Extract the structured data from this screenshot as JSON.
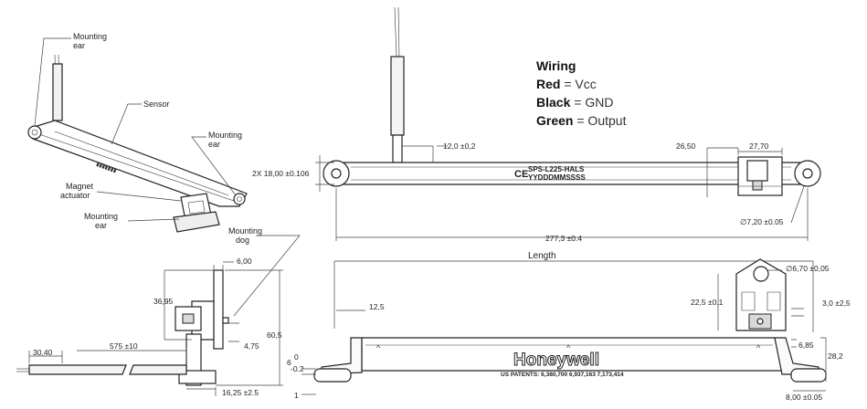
{
  "labels": {
    "mounting_ear": "Mounting\near",
    "sensor": "Sensor",
    "magnet_actuator": "Magnet\nactuator",
    "mounting_dog": "Mounting\ndog"
  },
  "wiring": {
    "title": "Wiring",
    "rows": [
      {
        "color": "Red",
        "value": "= Vcc"
      },
      {
        "color": "Black",
        "value": "= GND"
      },
      {
        "color": "Green",
        "value": "= Output"
      }
    ]
  },
  "top_view": {
    "height_dim": "2X 18,00 ±0.106",
    "wire_offset": "12,0 ±0,2",
    "dim_2650": "26,50",
    "dim_2770": "27,70",
    "hole_dia": "∅7,20 ±0.05",
    "overall_length": "277,3 ±0.4",
    "marking_line1": "SPS-L225-HALS",
    "marking_line2": "YYDDDMMSSSS"
  },
  "side_view": {
    "dim_600": "6,00",
    "dim_3695": "36,95",
    "dim_605": "60,5",
    "dim_475": "4,75",
    "dim_3040": "30,40",
    "dim_575": "575 ±10",
    "dim_1625": "16,25 ±2.5"
  },
  "front_view": {
    "length_label": "Length",
    "hole_dia": "∅6,70 ±0,05",
    "dim_125": "12,5",
    "dim_225": "22,5 ±0.1",
    "dim_30": "3,0 ±2,5",
    "dim_685": "6,85",
    "dim_282": "28,2",
    "dim_6": "6",
    "dim_0": "0",
    "dim_m02": "-0.2",
    "dim_1": "1",
    "dim_800": "8,00 ±0.05",
    "brand": "Honeywell",
    "patents": "US PATENTS: 6,380,700 6,937,163 7,173,414"
  }
}
